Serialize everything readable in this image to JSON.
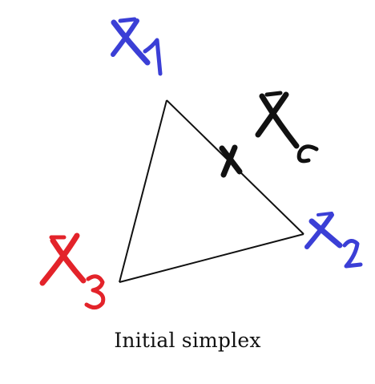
{
  "caption": "Initial simplex",
  "labels": {
    "x1": "X1",
    "x2": "X2",
    "x3": "X3",
    "xc": "Xc"
  },
  "colors": {
    "x1": "#3b3fd6",
    "x2": "#3b3fd6",
    "x3": "#e3232a",
    "xc": "#111111",
    "edges": "#111111",
    "background": "#ffffff"
  }
}
